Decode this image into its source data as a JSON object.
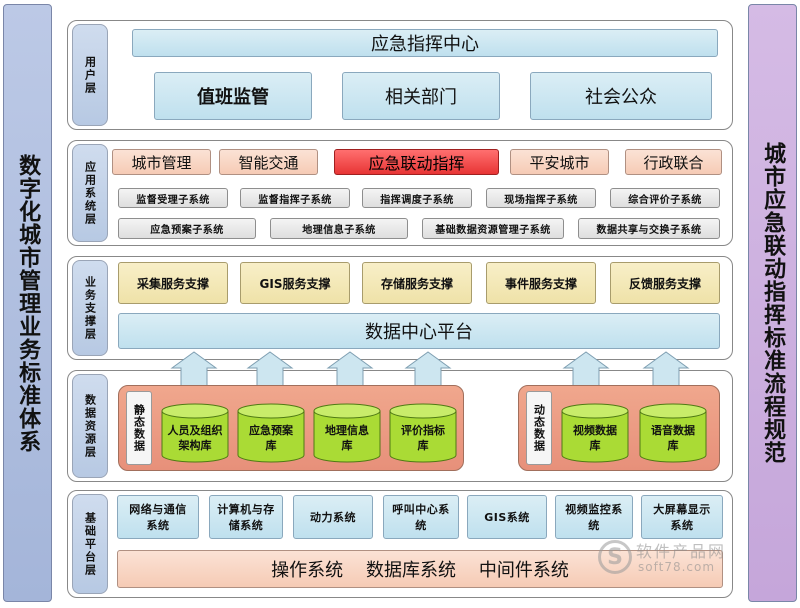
{
  "left_column": "数字化城市管理业务标准体系",
  "right_column": "城市应急联动指挥标准流程规范",
  "user_layer": {
    "label": "用户层",
    "center": "应急指挥中心",
    "users": [
      "值班监管",
      "相关部门",
      "社会公众"
    ]
  },
  "app_layer": {
    "label": "应用系统层",
    "modules": [
      "城市管理",
      "智能交通",
      "应急联动指挥",
      "平安城市",
      "行政联合"
    ],
    "subsystems_row1": [
      "监督受理子系统",
      "监督指挥子系统",
      "指挥调度子系统",
      "现场指挥子系统",
      "综合评价子系统"
    ],
    "subsystems_row2": [
      "应急预案子系统",
      "地理信息子系统",
      "基础数据资源管理子系统",
      "数据共享与交换子系统"
    ]
  },
  "support_layer": {
    "label": "业务支撑层",
    "services": [
      "采集服务支撑",
      "GIS服务支撑",
      "存储服务支撑",
      "事件服务支撑",
      "反馈服务支撑"
    ],
    "platform": "数据中心平台"
  },
  "data_layer": {
    "label": "数据资源层",
    "static_label": "静态数据",
    "static_dbs": [
      "人员及组织架构库",
      "应急预案库",
      "地理信息库",
      "评价指标库"
    ],
    "dynamic_label": "动态数据",
    "dynamic_dbs": [
      "视频数据库",
      "语音数据库"
    ]
  },
  "base_layer": {
    "label": "基础平台层",
    "systems": [
      "网络与通信系统",
      "计算机与存储系统",
      "动力系统",
      "呼叫中心系统",
      "GIS系统",
      "视频监控系统",
      "大屏幕显示系统"
    ],
    "bottom": "操作系统    数据库系统    中间件系统"
  },
  "watermark": {
    "name": "软件产品网",
    "url": "soft78.com"
  },
  "colors": {
    "user_blue": "#bfe0ee",
    "app_peach": "#f6cbb5",
    "highlight_red": "#e83535",
    "support_tan": "#efe2a8",
    "db_green": "#aadb35",
    "resource_salmon": "#e7907a",
    "left_column": "#a4b5d9",
    "right_column": "#c5a6da"
  }
}
